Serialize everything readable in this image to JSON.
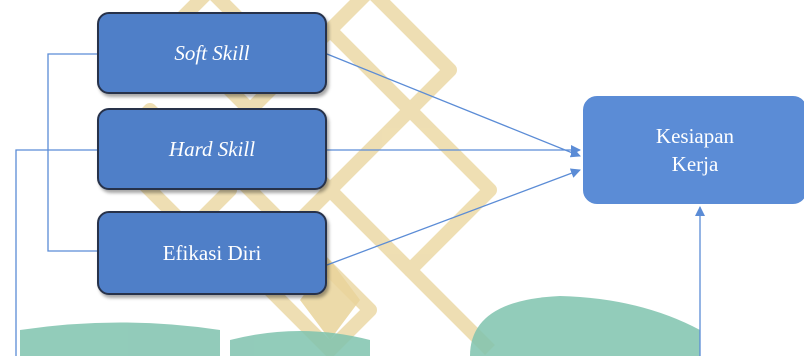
{
  "nodes": {
    "soft_skill": {
      "label": "Soft Skill"
    },
    "hard_skill": {
      "label": "Hard Skill"
    },
    "efikasi_diri": {
      "label": "Efikasi Diri"
    },
    "kesiapan_kerja": {
      "line1": "Kesiapan",
      "line2": "Kerja"
    }
  },
  "colors": {
    "node_fill": "#4f7fc8",
    "node_border": "#27324a",
    "target_fill": "#5b8cd6",
    "arrow": "#5b8cd6",
    "watermark_gold": "#e9d49a",
    "watermark_green": "#7fc3ae"
  }
}
